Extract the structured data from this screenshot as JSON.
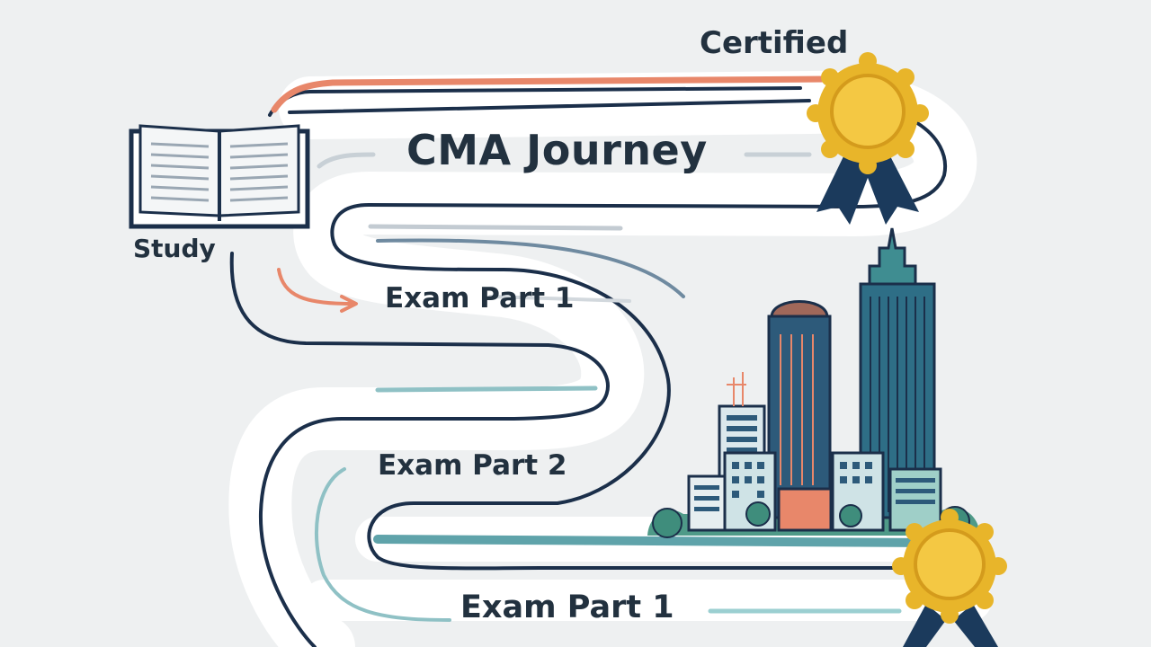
{
  "title": "CMA Journey",
  "labels": {
    "certified": "Certified",
    "study": "Study",
    "exam_part_1_top": "Exam Part 1",
    "exam_part_2": "Exam Part 2",
    "exam_part_1_bottom": "Exam Part 1"
  },
  "colors": {
    "background": "#eef0f1",
    "navy": "#1b2f4a",
    "orange": "#e8876a",
    "teal": "#5fa3aa",
    "gold": "#e8b52a",
    "gold_light": "#f4c843"
  },
  "icons": [
    "open-book-icon",
    "medal-icon",
    "city-skyline-icon",
    "arrow-icon"
  ]
}
